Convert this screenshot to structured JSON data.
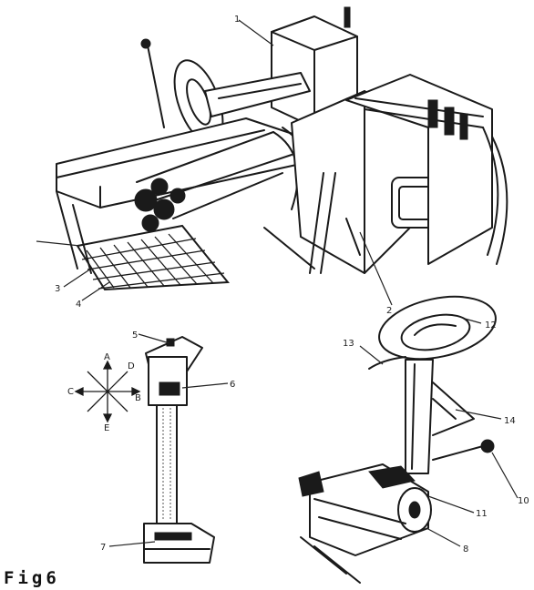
{
  "figure": {
    "caption": "Fig6",
    "callouts": [
      {
        "id": "c1",
        "label": "1"
      },
      {
        "id": "c2",
        "label": "2"
      },
      {
        "id": "c3",
        "label": "3"
      },
      {
        "id": "c4",
        "label": "4"
      },
      {
        "id": "c5",
        "label": "5"
      },
      {
        "id": "c6",
        "label": "6"
      },
      {
        "id": "c7",
        "label": "7"
      },
      {
        "id": "c8",
        "label": "8"
      },
      {
        "id": "c10",
        "label": "10"
      },
      {
        "id": "c11",
        "label": "11"
      },
      {
        "id": "c12",
        "label": "12"
      },
      {
        "id": "c13",
        "label": "13"
      },
      {
        "id": "c14",
        "label": "14"
      }
    ],
    "joystick_letters": [
      "A",
      "C",
      "B",
      "D",
      "E"
    ]
  }
}
